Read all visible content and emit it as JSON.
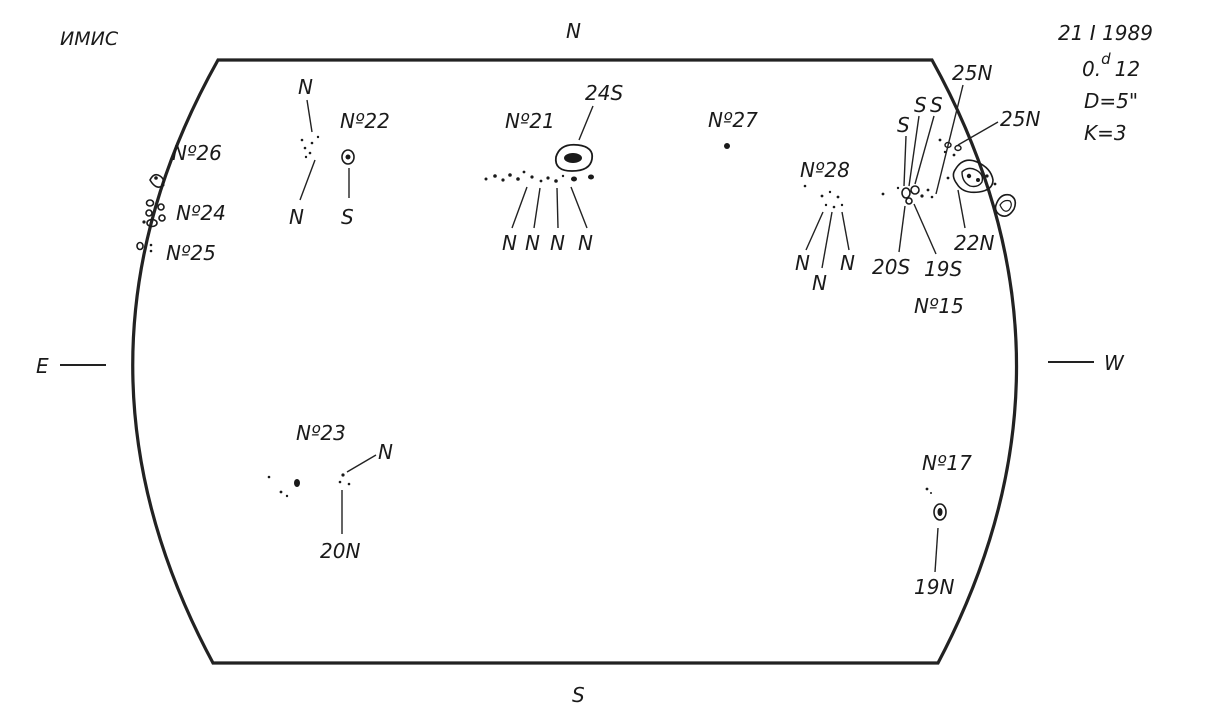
{
  "header": {
    "station": "ИМИС",
    "date": "21 I 1989",
    "time": "0.",
    "time_superscript": "d",
    "time_fraction": "12",
    "diameter": "D=5\"",
    "quality": "K=3"
  },
  "directions": {
    "north": "N",
    "south": "S",
    "east": "E",
    "west": "W"
  },
  "groups": {
    "n21": "Nº21",
    "n22": "Nº22",
    "n23": "Nº23",
    "n24": "Nº24",
    "n25": "Nº25",
    "n26": "Nº26",
    "n27": "Nº27",
    "n28": "Nº28",
    "n15": "Nº15",
    "n17": "Nº17"
  },
  "polarities": {
    "g22_top": "N",
    "g22_bottom_left": "N",
    "g22_bottom_right": "S",
    "g21_top": "24S",
    "g21_b1": "N",
    "g21_b2": "N",
    "g21_b3": "N",
    "g21_b4": "N",
    "g28_b1": "N",
    "g28_b2": "N",
    "g28_b3": "N",
    "g15_s1": "S",
    "g15_s2": "S",
    "g15_s3": "S",
    "g15_25n_a": "25N",
    "g15_25n_b": "25N",
    "g15_20s": "20S",
    "g15_19s": "19S",
    "g15_22n": "22N",
    "g23_n": "N",
    "g23_20n": "20N",
    "g17_19n": "19N"
  },
  "colors": {
    "ink": "#1a1a1a",
    "paper": "#ffffff"
  }
}
